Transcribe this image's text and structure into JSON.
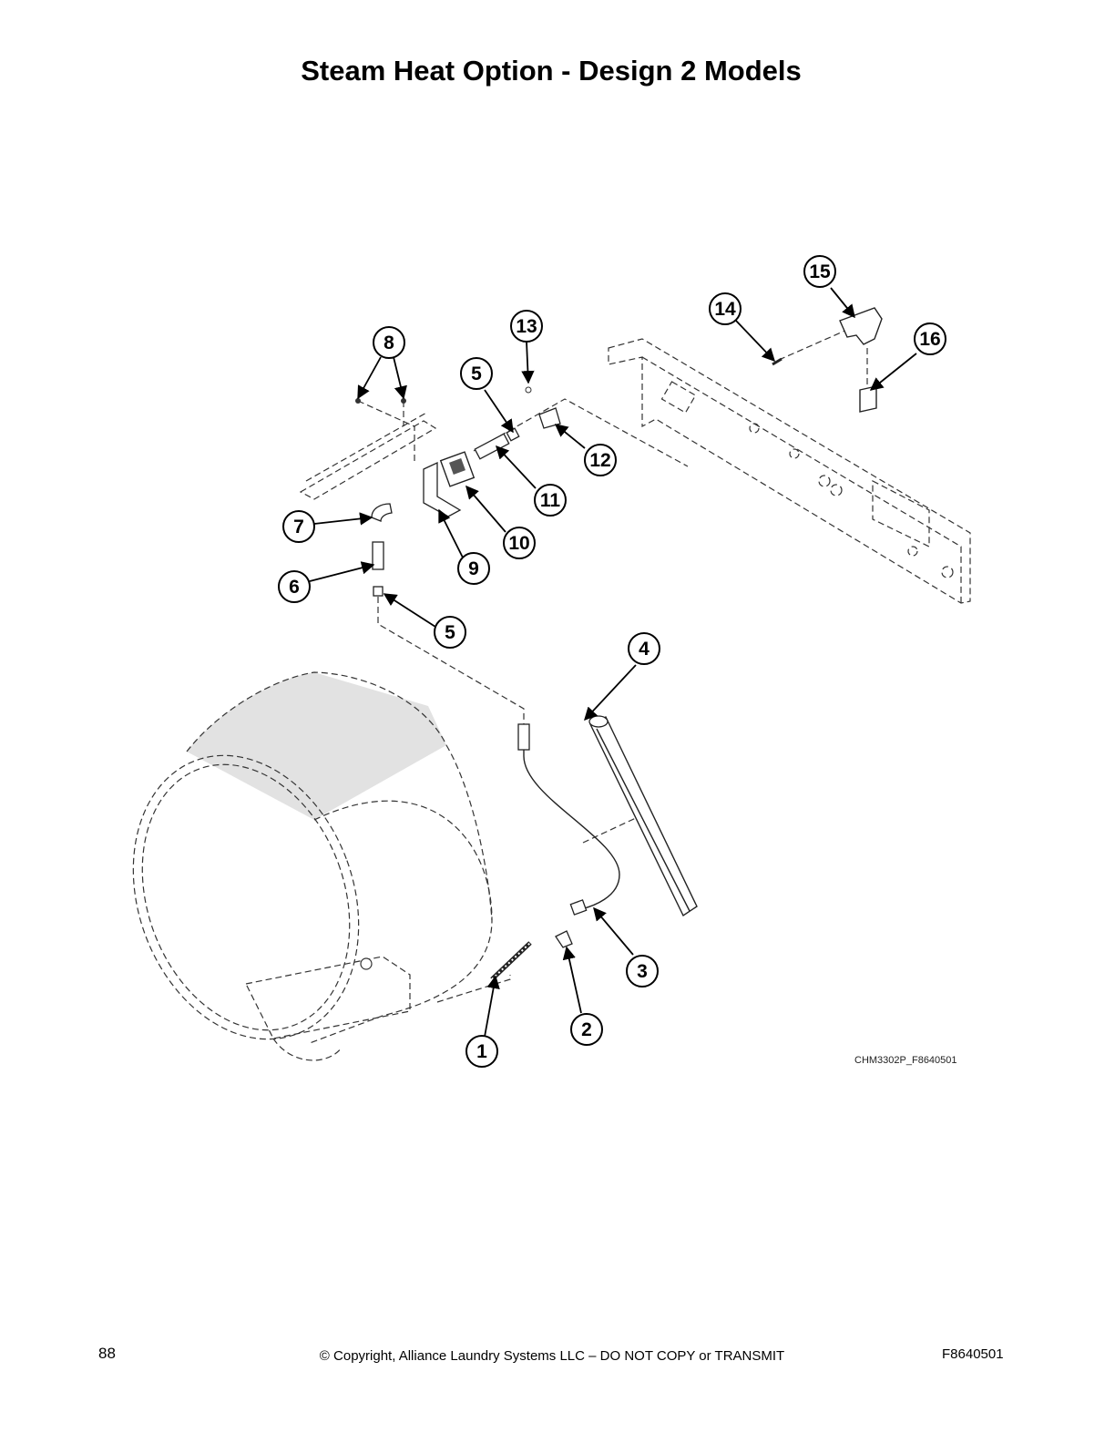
{
  "page": {
    "title": "Steam Heat Option - Design 2 Models",
    "figure_id": "CHM3302P_F8640501",
    "page_number": "88",
    "copyright": "© Copyright, Alliance Laundry Systems LLC – DO NOT COPY or TRANSMIT",
    "doc_code": "F8640501"
  },
  "callouts": [
    {
      "label": "1"
    },
    {
      "label": "2"
    },
    {
      "label": "3"
    },
    {
      "label": "4"
    },
    {
      "label": "5"
    },
    {
      "label": "5"
    },
    {
      "label": "6"
    },
    {
      "label": "7"
    },
    {
      "label": "8"
    },
    {
      "label": "9"
    },
    {
      "label": "10"
    },
    {
      "label": "11"
    },
    {
      "label": "12"
    },
    {
      "label": "13"
    },
    {
      "label": "14"
    },
    {
      "label": "15"
    },
    {
      "label": "16"
    }
  ]
}
